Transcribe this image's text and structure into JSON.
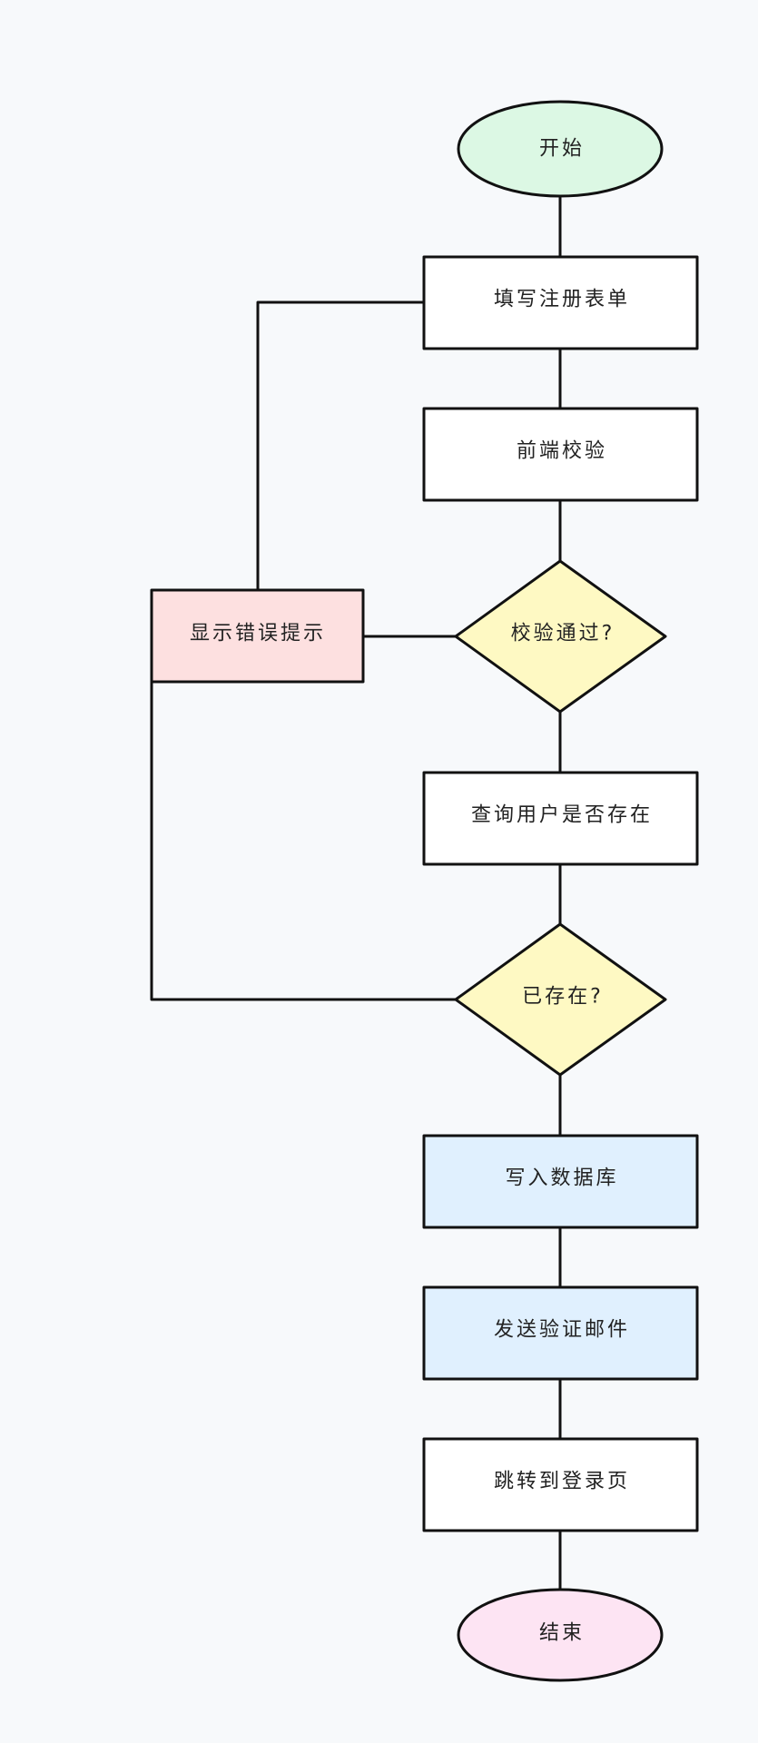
{
  "nodes": {
    "start": {
      "label": "开始",
      "kind": "ellipse",
      "color": "#dcf8e4"
    },
    "fill_form": {
      "label": "填写注册表单",
      "kind": "rect",
      "color": "#ffffff"
    },
    "frontend_validate": {
      "label": "前端校验",
      "kind": "rect",
      "color": "#ffffff"
    },
    "validate_pass": {
      "label": "校验通过?",
      "kind": "diamond",
      "color": "#fef9c3"
    },
    "show_error": {
      "label": "显示错误提示",
      "kind": "rect",
      "color": "#fde0e0"
    },
    "query_user": {
      "label": "查询用户是否存在",
      "kind": "rect",
      "color": "#ffffff"
    },
    "exists": {
      "label": "已存在?",
      "kind": "diamond",
      "color": "#fef9c3"
    },
    "write_db": {
      "label": "写入数据库",
      "kind": "rect",
      "color": "#e0f0fe"
    },
    "send_email": {
      "label": "发送验证邮件",
      "kind": "rect",
      "color": "#e0f0fe"
    },
    "goto_login": {
      "label": "跳转到登录页",
      "kind": "rect",
      "color": "#ffffff"
    },
    "end": {
      "label": "结束",
      "kind": "ellipse",
      "color": "#fde4f3"
    }
  },
  "edges": [
    {
      "from": "start",
      "to": "fill_form"
    },
    {
      "from": "fill_form",
      "to": "frontend_validate"
    },
    {
      "from": "frontend_validate",
      "to": "validate_pass"
    },
    {
      "from": "validate_pass",
      "to": "show_error"
    },
    {
      "from": "validate_pass",
      "to": "query_user"
    },
    {
      "from": "show_error",
      "to": "fill_form"
    },
    {
      "from": "query_user",
      "to": "exists"
    },
    {
      "from": "exists",
      "to": "show_error"
    },
    {
      "from": "exists",
      "to": "write_db"
    },
    {
      "from": "write_db",
      "to": "send_email"
    },
    {
      "from": "send_email",
      "to": "goto_login"
    },
    {
      "from": "goto_login",
      "to": "end"
    }
  ]
}
